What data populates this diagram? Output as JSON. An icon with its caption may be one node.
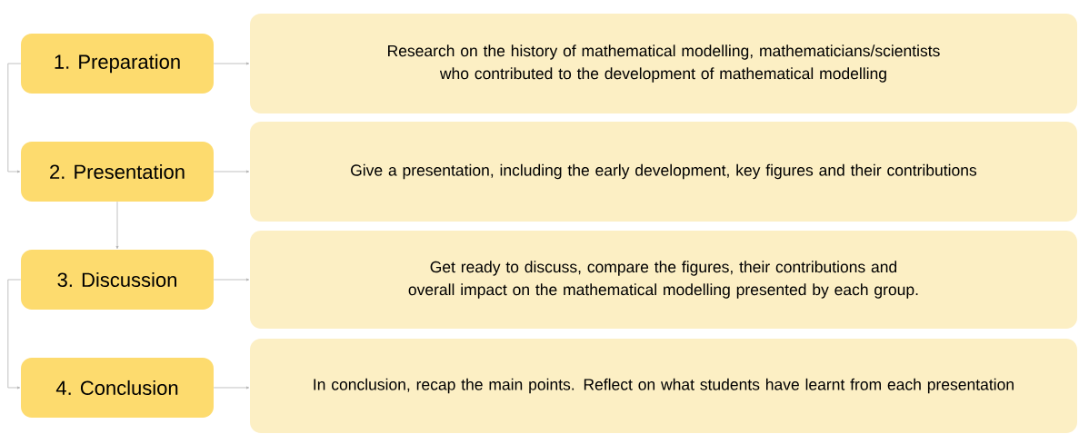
{
  "diagram": {
    "nodes": [
      {
        "text": [
          "1. Preparation"
        ]
      },
      {
        "text": [
          "Research on the history of mathematical modelling, mathematicians/scientists who contributed to the development of mathematical modelling"
        ]
      },
      {
        "text": [
          "2. Presentation"
        ]
      },
      {
        "text": [
          "Give a presentation,  including the early development, key figures and their contributions"
        ]
      },
      {
        "text": [
          "3. Discussion"
        ]
      },
      {
        "text": [
          "Get ready to discuss, compare the figures, their contributions and overall impact on the mathematical modelling presented by each group."
        ]
      },
      {
        "text": [
          "4. Conclusion"
        ]
      },
      {
        "text": [
          "In conclusion, recap the main points. Reflect on what students have learnt from each presentation"
        ]
      }
    ],
    "edges": [
      {
        "from": 0,
        "to": 2,
        "arrow": "to"
      },
      {
        "from": 0,
        "to": 1,
        "arrow": "to"
      },
      {
        "from": 2,
        "to": 3,
        "arrow": "to"
      },
      {
        "from": 2,
        "to": 4,
        "arrow": "to"
      },
      {
        "from": 4,
        "to": 6,
        "arrow": "to"
      },
      {
        "from": 4,
        "to": 5,
        "arrow": "to"
      },
      {
        "from": 6,
        "to": 7,
        "arrow": "to"
      }
    ]
  }
}
